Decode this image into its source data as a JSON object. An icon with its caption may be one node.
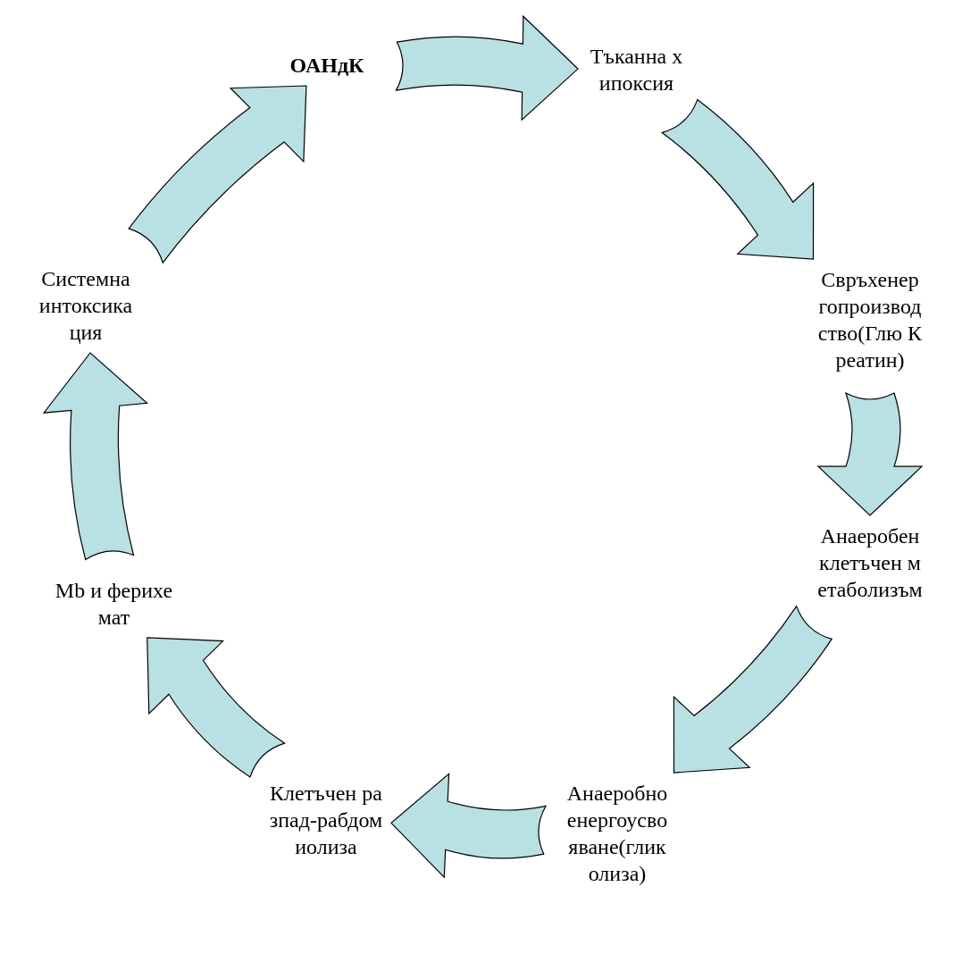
{
  "diagram": {
    "nodes": [
      {
        "text": [
          "ОАНдК"
        ]
      },
      {
        "text": [
          "Тъканна хипоксия"
        ]
      },
      {
        "text": [
          "Свръхенергопроизводство(Глю Креатин)"
        ]
      },
      {
        "text": [
          "Анаеробен клетъчен метаболизъм"
        ]
      },
      {
        "text": [
          "Анаеробно енергоусвояване(гликолиза)"
        ]
      },
      {
        "text": [
          "Клетъчен разпад-рабдомиолиза"
        ]
      },
      {
        "text": [
          "Mb и ферихемат"
        ]
      },
      {
        "text": [
          "Системна интоксикация"
        ]
      }
    ],
    "edges": [
      {
        "from": 0,
        "to": 1,
        "arrow": "to"
      },
      {
        "from": 1,
        "to": 2,
        "arrow": "to"
      },
      {
        "from": 2,
        "to": 3,
        "arrow": "to"
      },
      {
        "from": 3,
        "to": 4,
        "arrow": "to"
      },
      {
        "from": 4,
        "to": 5,
        "arrow": "to"
      },
      {
        "from": 5,
        "to": 6,
        "arrow": "to"
      },
      {
        "from": 6,
        "to": 7,
        "arrow": "to"
      },
      {
        "from": 7,
        "to": 0,
        "arrow": "to"
      }
    ]
  }
}
